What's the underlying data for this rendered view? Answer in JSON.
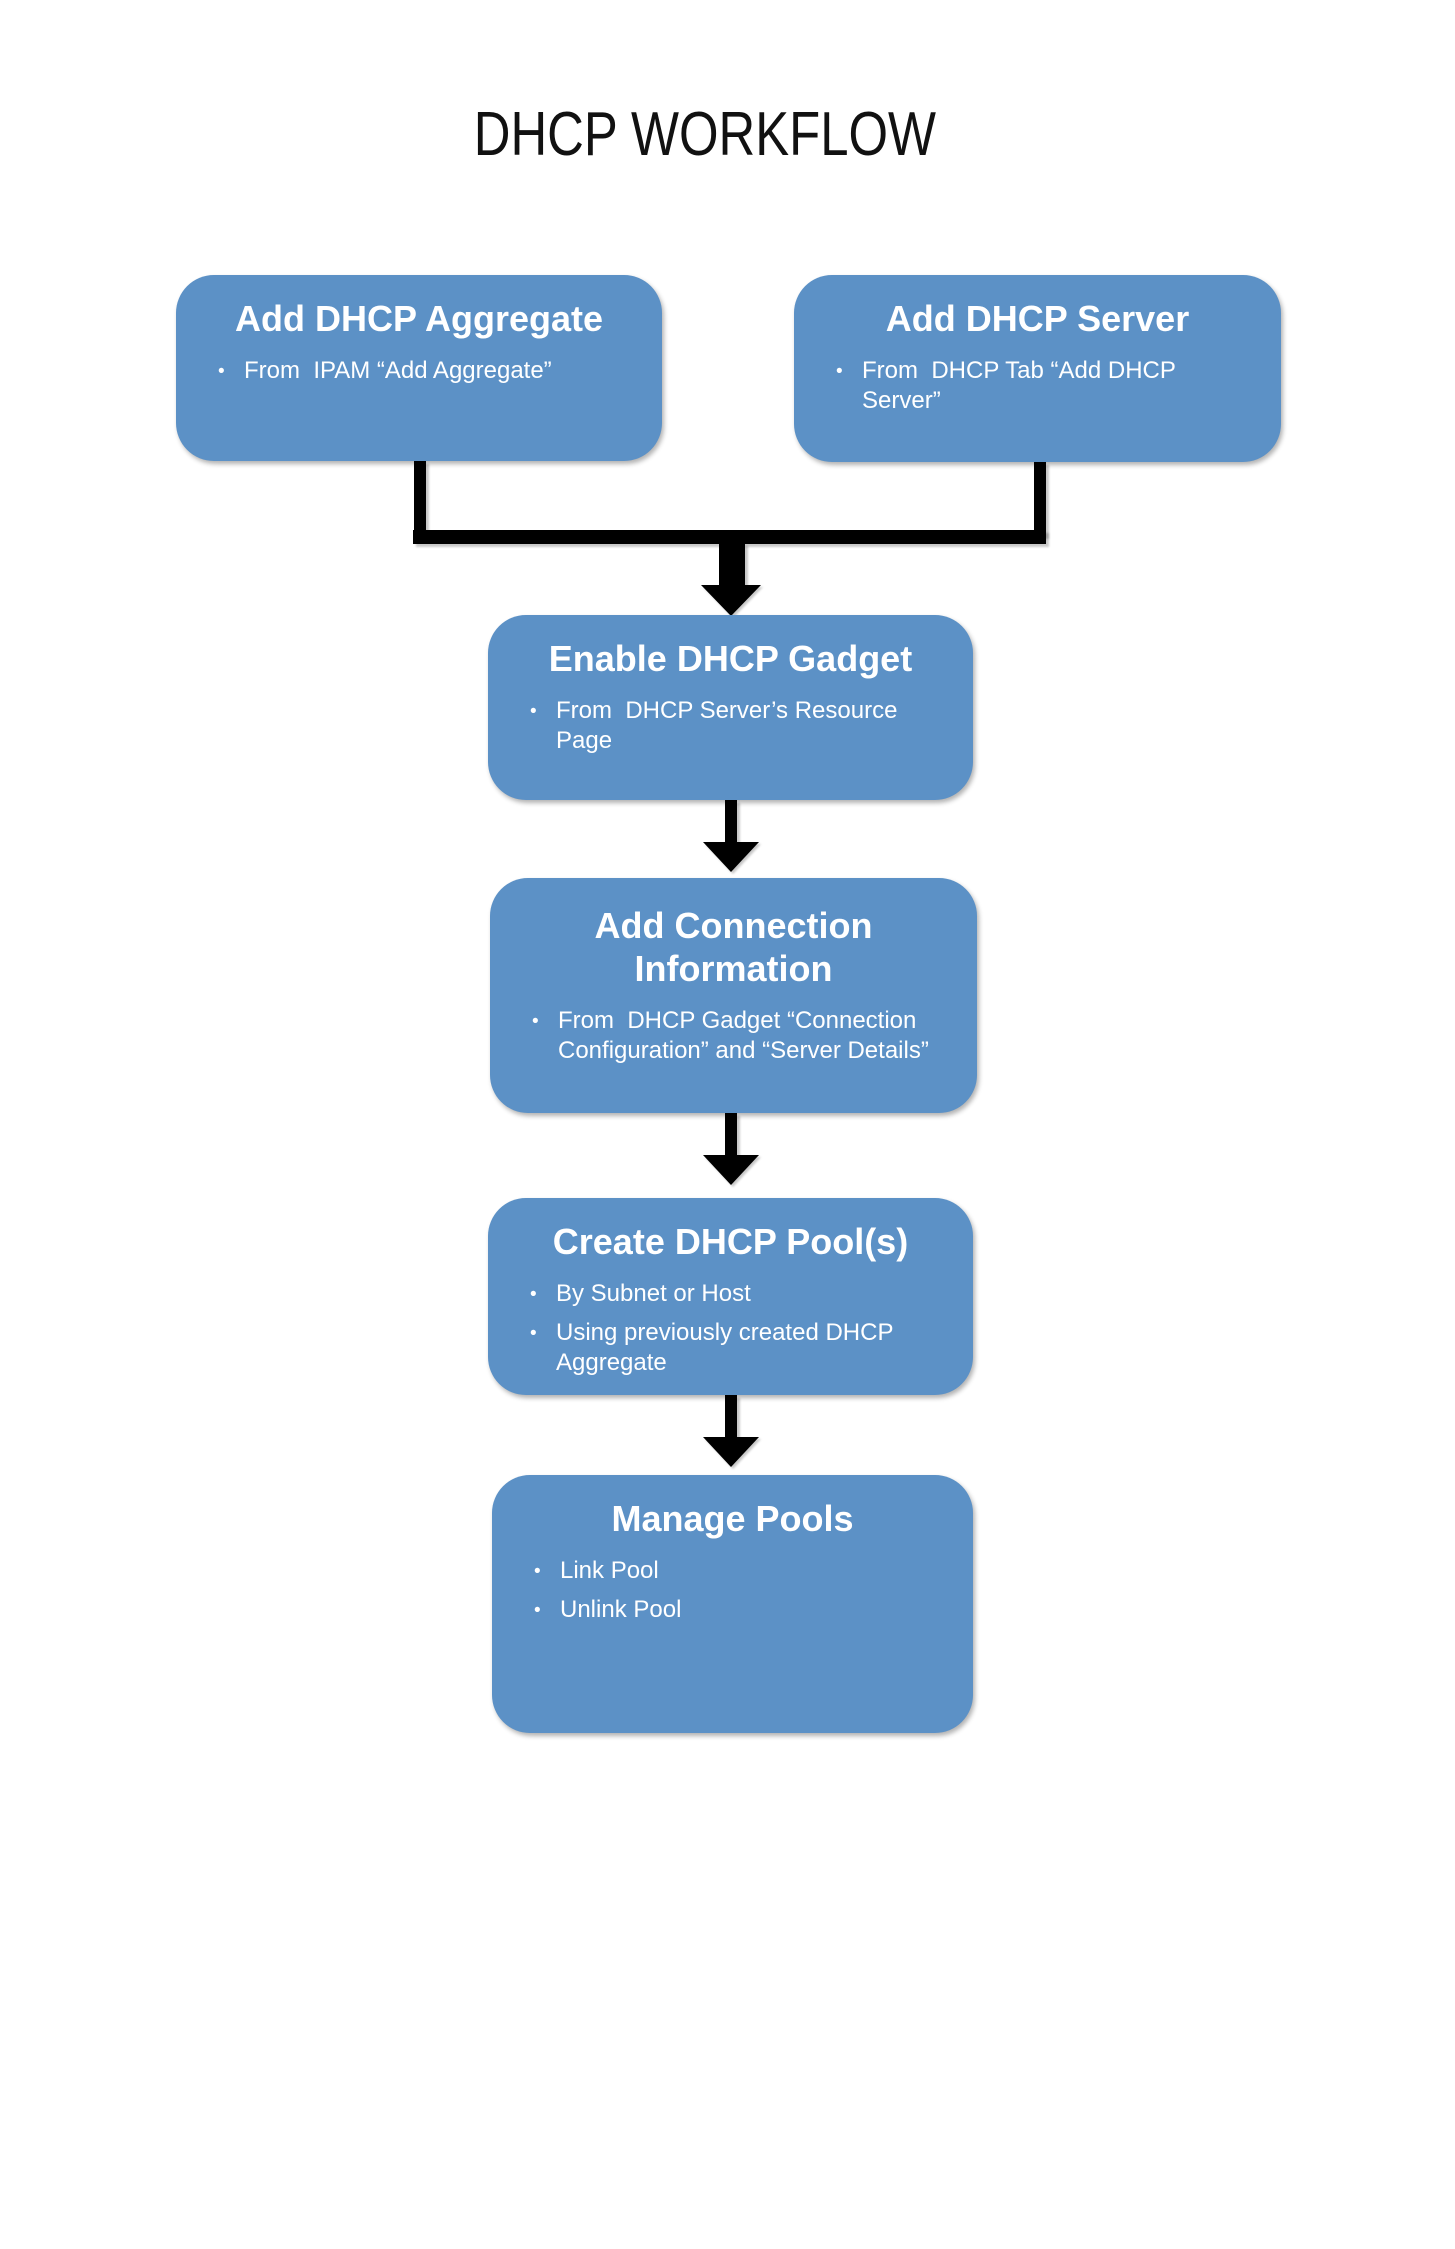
{
  "title": "DHCP WORKFLOW",
  "colors": {
    "box_fill": "#5c91c6",
    "heading_text": "#ffffff",
    "body_text": "#ffffff",
    "title_text": "#111111",
    "connector": "#000000"
  },
  "nodes": [
    {
      "id": "add-dhcp-aggregate",
      "heading": "Add DHCP Aggregate",
      "bullets": [
        "From  IPAM “Add Aggregate”"
      ]
    },
    {
      "id": "add-dhcp-server",
      "heading": "Add DHCP Server",
      "bullets": [
        "From  DHCP Tab “Add DHCP Server”"
      ]
    },
    {
      "id": "enable-dhcp-gadget",
      "heading": "Enable DHCP Gadget",
      "bullets": [
        "From  DHCP Server’s Resource Page"
      ]
    },
    {
      "id": "add-connection-information",
      "heading": "Add Connection Information",
      "bullets": [
        "From  DHCP Gadget “Connection Configuration” and “Server Details”"
      ]
    },
    {
      "id": "create-dhcp-pools",
      "heading": "Create DHCP Pool(s)",
      "bullets": [
        "By Subnet or Host",
        "Using previously created DHCP Aggregate"
      ]
    },
    {
      "id": "manage-pools",
      "heading": "Manage Pools",
      "bullets": [
        "Link Pool",
        "Unlink Pool"
      ]
    }
  ],
  "edges": [
    {
      "from": "add-dhcp-aggregate",
      "to": "enable-dhcp-gadget"
    },
    {
      "from": "add-dhcp-server",
      "to": "enable-dhcp-gadget"
    },
    {
      "from": "enable-dhcp-gadget",
      "to": "add-connection-information"
    },
    {
      "from": "add-connection-information",
      "to": "create-dhcp-pools"
    },
    {
      "from": "create-dhcp-pools",
      "to": "manage-pools"
    }
  ],
  "bullet_glyph": "•"
}
